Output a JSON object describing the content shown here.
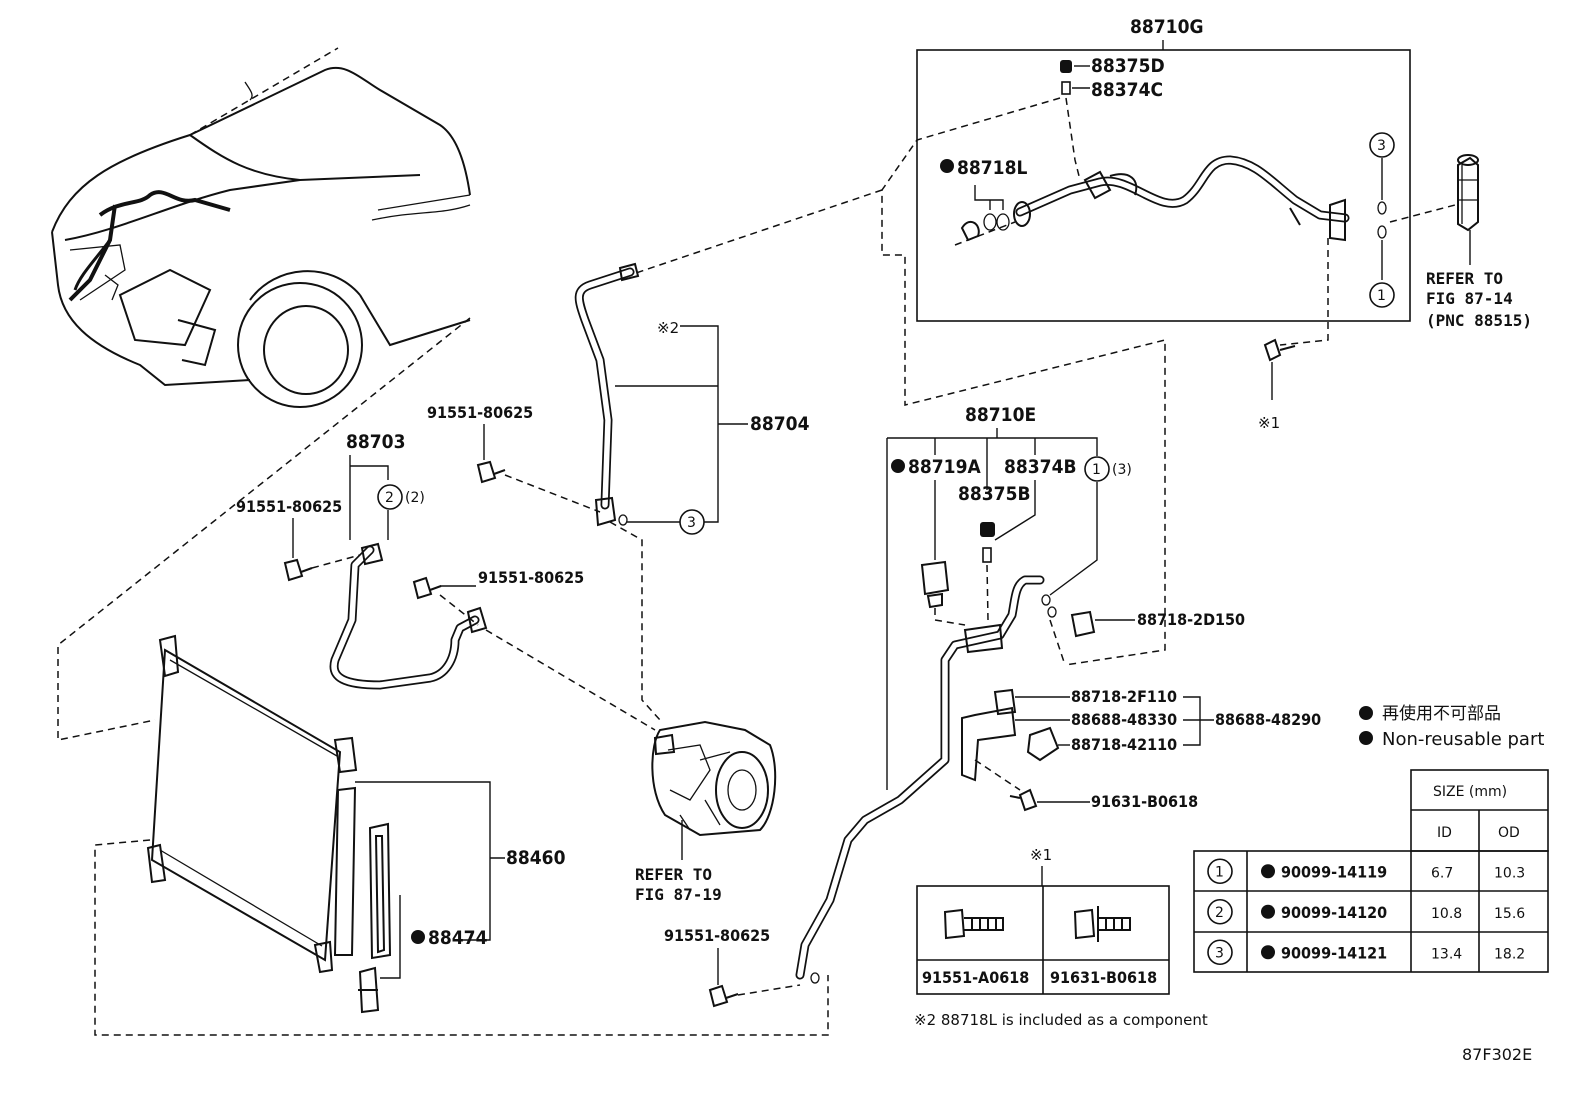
{
  "labels": {
    "p88710G": "88710G",
    "p88375D": "88375D",
    "p88374C": "88374C",
    "p88718L": "88718L",
    "p88710E": "88710E",
    "p88719A": "88719A",
    "p88374B": "88374B",
    "p88375B": "88375B",
    "p88718_2D150": "88718-2D150",
    "p88718_2F110": "88718-2F110",
    "p88688_48330": "88688-48330",
    "p88688_48290": "88688-48290",
    "p88718_42110": "88718-42110",
    "p91631_B0618": "91631-B0618",
    "p88703": "88703",
    "p88704": "88704",
    "p88460": "88460",
    "p88474": "88474",
    "p91551_a": "91551-80625",
    "p91551_b": "91551-80625",
    "p91551_c": "91551-80625",
    "p91551_d": "91551-80625",
    "ref_r1": "REFER TO",
    "ref_r2": "FIG 87-14",
    "ref_r3": "(PNC 88515)",
    "ref_c1": "REFER TO",
    "ref_c2": "FIG 87-19",
    "mark_note2": "※2",
    "mark_note1": "※1",
    "mark_box1": "※1",
    "ring_2_2": "(2)",
    "ring_1_3": "(3)",
    "ring_1": "1",
    "ring_2": "2",
    "ring_3": "3"
  },
  "legend": {
    "jp": "再使用不可部品",
    "en": "Non-reusable part"
  },
  "bolt_box": {
    "left": "91551-A0618",
    "right": "91631-B0618"
  },
  "footnote": "※2  88718L is included as a component",
  "figure_id": "87F302E",
  "size_table": {
    "header": "SIZE (mm)",
    "col_id": "ID",
    "col_od": "OD",
    "rows": [
      {
        "ring": "1",
        "part": "90099-14119",
        "id": "6.7",
        "od": "10.3"
      },
      {
        "ring": "2",
        "part": "90099-14120",
        "id": "10.8",
        "od": "15.6"
      },
      {
        "ring": "3",
        "part": "90099-14121",
        "id": "13.4",
        "od": "18.2"
      }
    ]
  }
}
